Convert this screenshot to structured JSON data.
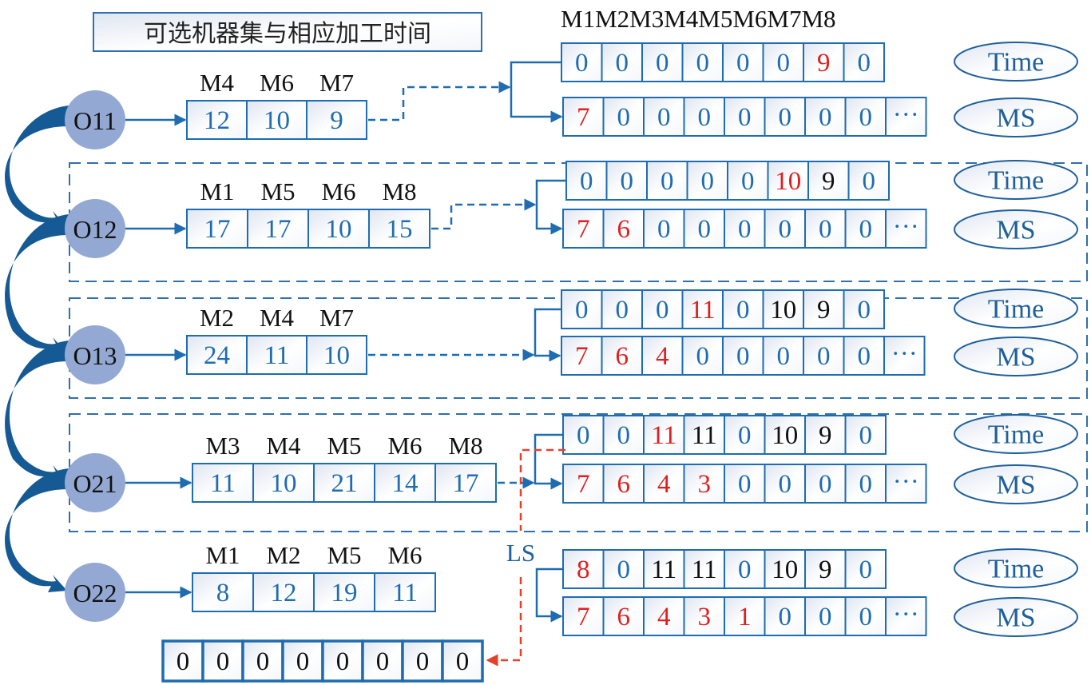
{
  "title": "可选机器集与相应加工时间",
  "machine_header": "M1M2M3M4M5M6M7M8",
  "tags": {
    "time": "Time",
    "ms": "MS"
  },
  "ls_label": "LS",
  "ellipsis": "···",
  "colors": {
    "blue": "#1f6cb0",
    "red": "#e02020",
    "black": "#111111",
    "node": "#93a9d4",
    "arc": "#155a94",
    "ls_red": "#e4412b"
  },
  "operations": [
    {
      "id": "O11",
      "machines": [
        "M4",
        "M6",
        "M7"
      ],
      "times": [
        "12",
        "10",
        "9"
      ],
      "grouped": false,
      "time_vector": [
        [
          "0",
          "b"
        ],
        [
          "0",
          "b"
        ],
        [
          "0",
          "b"
        ],
        [
          "0",
          "b"
        ],
        [
          "0",
          "b"
        ],
        [
          "0",
          "b"
        ],
        [
          "9",
          "r"
        ],
        [
          "0",
          "b"
        ]
      ],
      "ms_vector": [
        [
          "7",
          "r"
        ],
        [
          "0",
          "b"
        ],
        [
          "0",
          "b"
        ],
        [
          "0",
          "b"
        ],
        [
          "0",
          "b"
        ],
        [
          "0",
          "b"
        ],
        [
          "0",
          "b"
        ],
        [
          "0",
          "b"
        ]
      ]
    },
    {
      "id": "O12",
      "machines": [
        "M1",
        "M5",
        "M6",
        "M8"
      ],
      "times": [
        "17",
        "17",
        "10",
        "15"
      ],
      "grouped": true,
      "time_vector": [
        [
          "0",
          "b"
        ],
        [
          "0",
          "b"
        ],
        [
          "0",
          "b"
        ],
        [
          "0",
          "b"
        ],
        [
          "0",
          "b"
        ],
        [
          "10",
          "r"
        ],
        [
          "9",
          "k"
        ],
        [
          "0",
          "b"
        ]
      ],
      "ms_vector": [
        [
          "7",
          "r"
        ],
        [
          "6",
          "r"
        ],
        [
          "0",
          "b"
        ],
        [
          "0",
          "b"
        ],
        [
          "0",
          "b"
        ],
        [
          "0",
          "b"
        ],
        [
          "0",
          "b"
        ],
        [
          "0",
          "b"
        ]
      ]
    },
    {
      "id": "O13",
      "machines": [
        "M2",
        "M4",
        "M7"
      ],
      "times": [
        "24",
        "11",
        "10"
      ],
      "grouped": true,
      "time_vector": [
        [
          "0",
          "b"
        ],
        [
          "0",
          "b"
        ],
        [
          "0",
          "b"
        ],
        [
          "11",
          "r"
        ],
        [
          "0",
          "b"
        ],
        [
          "10",
          "k"
        ],
        [
          "9",
          "k"
        ],
        [
          "0",
          "b"
        ]
      ],
      "ms_vector": [
        [
          "7",
          "r"
        ],
        [
          "6",
          "r"
        ],
        [
          "4",
          "r"
        ],
        [
          "0",
          "b"
        ],
        [
          "0",
          "b"
        ],
        [
          "0",
          "b"
        ],
        [
          "0",
          "b"
        ],
        [
          "0",
          "b"
        ]
      ]
    },
    {
      "id": "O21",
      "machines": [
        "M3",
        "M4",
        "M5",
        "M6",
        "M8"
      ],
      "times": [
        "11",
        "10",
        "21",
        "14",
        "17"
      ],
      "grouped": true,
      "time_vector": [
        [
          "0",
          "b"
        ],
        [
          "0",
          "b"
        ],
        [
          "11",
          "r"
        ],
        [
          "11",
          "k"
        ],
        [
          "0",
          "b"
        ],
        [
          "10",
          "k"
        ],
        [
          "9",
          "k"
        ],
        [
          "0",
          "b"
        ]
      ],
      "ms_vector": [
        [
          "7",
          "r"
        ],
        [
          "6",
          "r"
        ],
        [
          "4",
          "r"
        ],
        [
          "3",
          "r"
        ],
        [
          "0",
          "b"
        ],
        [
          "0",
          "b"
        ],
        [
          "0",
          "b"
        ],
        [
          "0",
          "b"
        ]
      ]
    },
    {
      "id": "O22",
      "machines": [
        "M1",
        "M2",
        "M5",
        "M6"
      ],
      "times": [
        "8",
        "12",
        "19",
        "11"
      ],
      "grouped": false,
      "time_vector": [
        [
          "8",
          "r"
        ],
        [
          "0",
          "b"
        ],
        [
          "11",
          "k"
        ],
        [
          "11",
          "k"
        ],
        [
          "0",
          "b"
        ],
        [
          "10",
          "k"
        ],
        [
          "9",
          "k"
        ],
        [
          "0",
          "b"
        ]
      ],
      "ms_vector": [
        [
          "7",
          "r"
        ],
        [
          "6",
          "r"
        ],
        [
          "4",
          "r"
        ],
        [
          "3",
          "r"
        ],
        [
          "1",
          "r"
        ],
        [
          "0",
          "b"
        ],
        [
          "0",
          "b"
        ],
        [
          "0",
          "b"
        ]
      ]
    }
  ],
  "reset_vector": [
    "0",
    "0",
    "0",
    "0",
    "0",
    "0",
    "0",
    "0"
  ]
}
